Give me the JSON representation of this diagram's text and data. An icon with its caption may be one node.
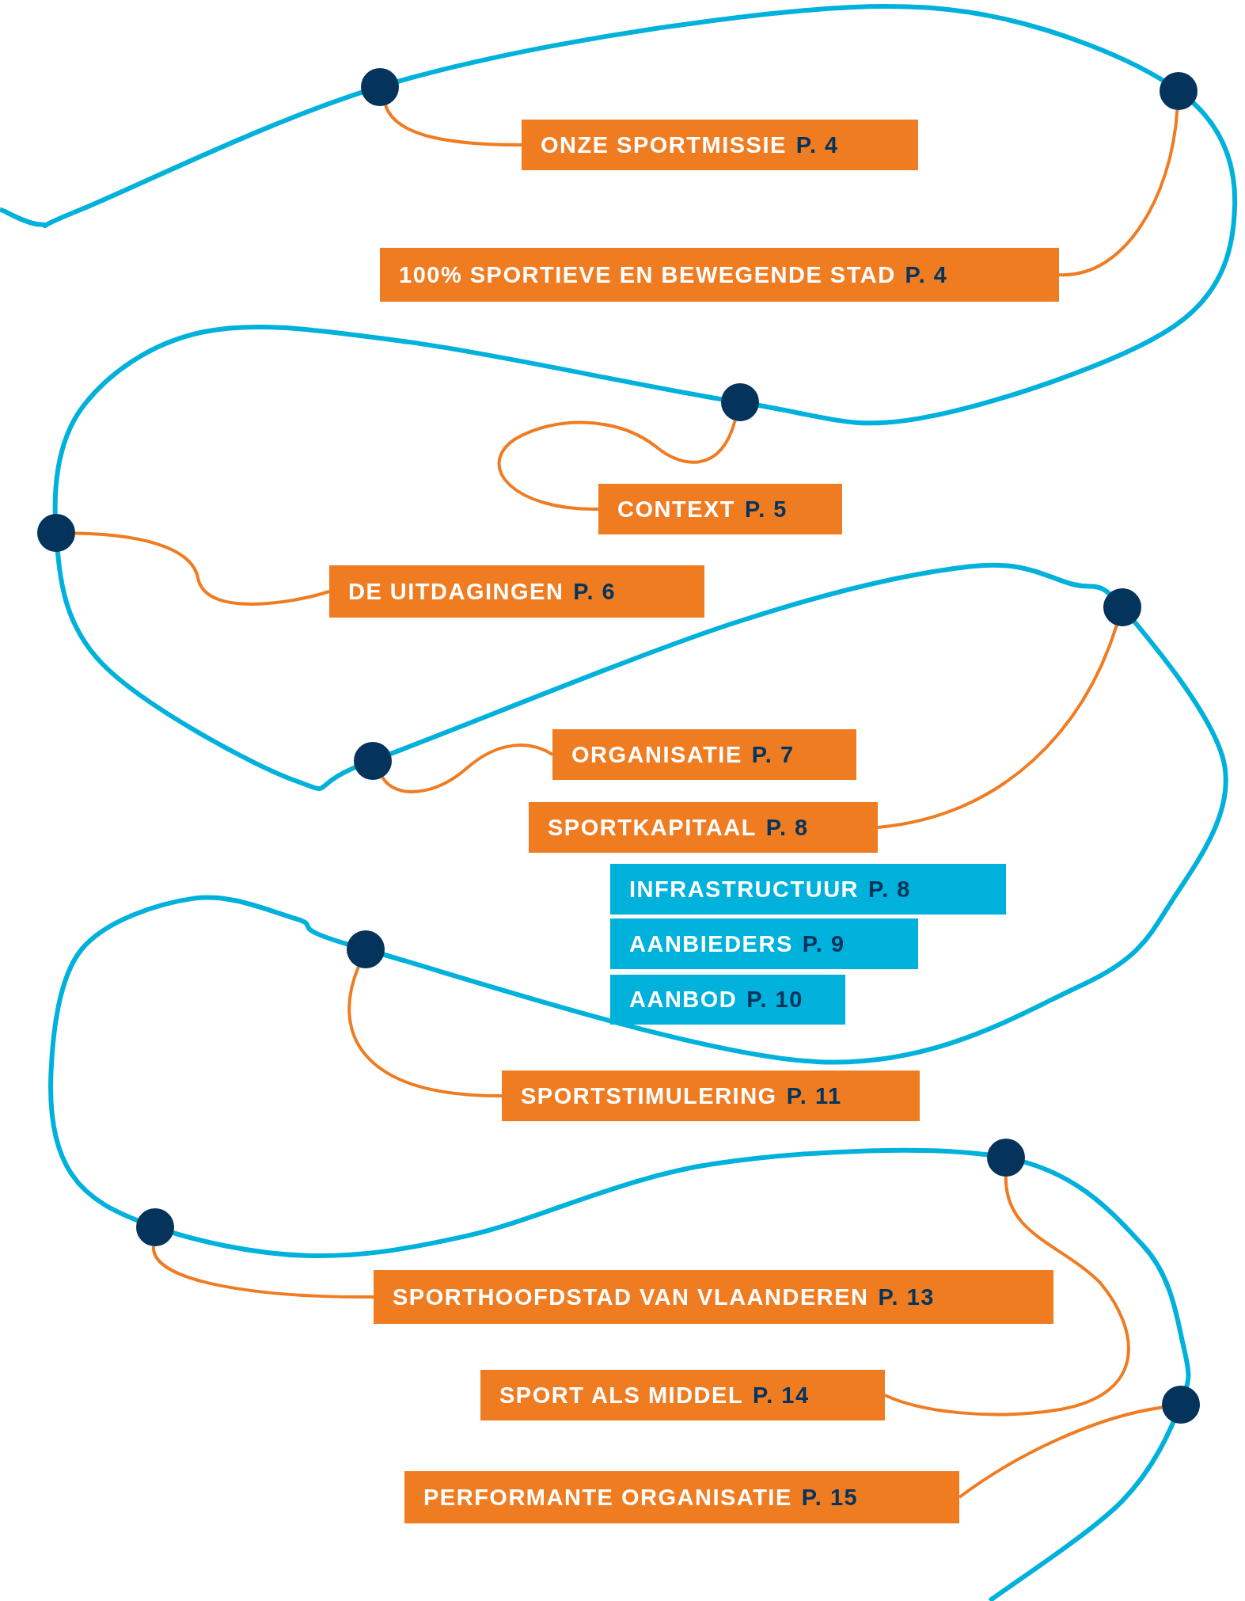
{
  "diagram": {
    "nodes": [
      {
        "text": [],
        "shape": "circle"
      },
      {
        "text": [
          "ONZE SPORTMISSIE",
          "P. 4"
        ]
      },
      {
        "text": [],
        "shape": "circle"
      },
      {
        "text": [
          "100% SPORTIEVE EN BEWEGENDE STAD",
          "P. 4"
        ]
      },
      {
        "text": [],
        "shape": "circle"
      },
      {
        "text": [
          "CONTEXT",
          "P. 5"
        ]
      },
      {
        "text": [],
        "shape": "circle"
      },
      {
        "text": [
          "DE UITDAGINGEN",
          "P. 6"
        ]
      },
      {
        "text": [],
        "shape": "circle"
      },
      {
        "text": [
          "ORGANISATIE",
          "P. 7"
        ]
      },
      {
        "text": [],
        "shape": "circle"
      },
      {
        "text": [
          "SPORTKAPITAAL",
          "P. 8"
        ]
      },
      {
        "text": [
          "INFRASTRUCTUUR",
          "P. 8"
        ]
      },
      {
        "text": [
          "AANBIEDERS",
          "P. 9"
        ]
      },
      {
        "text": [],
        "shape": "circle"
      },
      {
        "text": [
          "AANBOD",
          "P. 10"
        ]
      },
      {
        "text": [
          "SPORTSTIMULERING",
          "P. 11"
        ]
      },
      {
        "text": [],
        "shape": "circle"
      },
      {
        "text": [],
        "shape": "circle"
      },
      {
        "text": [
          "SPORTHOOFDSTAD VAN VLAANDEREN",
          "P. 13"
        ]
      },
      {
        "text": [
          "SPORT ALS MIDDEL",
          "P. 14"
        ]
      },
      {
        "text": [],
        "shape": "circle"
      },
      {
        "text": [
          "PERFORMANTE ORGANISATIE",
          "P. 15"
        ]
      }
    ],
    "edges": [
      {
        "from": 0,
        "to": 1,
        "arrow": "none"
      },
      {
        "from": 2,
        "to": 3,
        "arrow": "none"
      },
      {
        "from": 4,
        "to": 5,
        "arrow": "none"
      },
      {
        "from": 6,
        "to": 7,
        "arrow": "none"
      },
      {
        "from": 10,
        "to": 9,
        "arrow": "none"
      },
      {
        "from": 8,
        "to": 11,
        "arrow": "none"
      },
      {
        "from": 14,
        "to": 16,
        "arrow": "none"
      },
      {
        "from": 18,
        "to": 19,
        "arrow": "none"
      },
      {
        "from": 17,
        "to": 20,
        "arrow": "none"
      },
      {
        "from": 21,
        "to": 22,
        "arrow": "none"
      }
    ]
  }
}
